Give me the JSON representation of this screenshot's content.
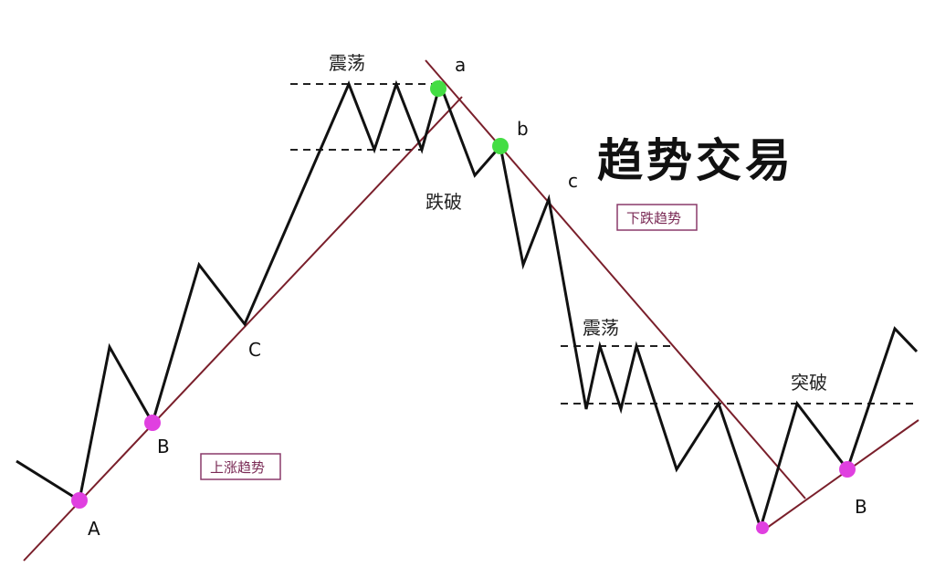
{
  "title": "趋势交易",
  "boxes": {
    "uptrend": "上涨趋势",
    "downtrend": "下跌趋势"
  },
  "labels": {
    "consolidation_top": "震荡",
    "consolidation_bottom": "震荡",
    "breakdown": "跌破",
    "breakout": "突破",
    "A": "A",
    "B": "B",
    "C": "C",
    "a": "a",
    "b": "b",
    "c": "c",
    "B2": "B"
  },
  "colors": {
    "price_line": "#111111",
    "trend_line": "#7a1f2b",
    "support_point": "#e040e0",
    "break_point": "#44dd44",
    "box_border": "#8a3a6a"
  }
}
